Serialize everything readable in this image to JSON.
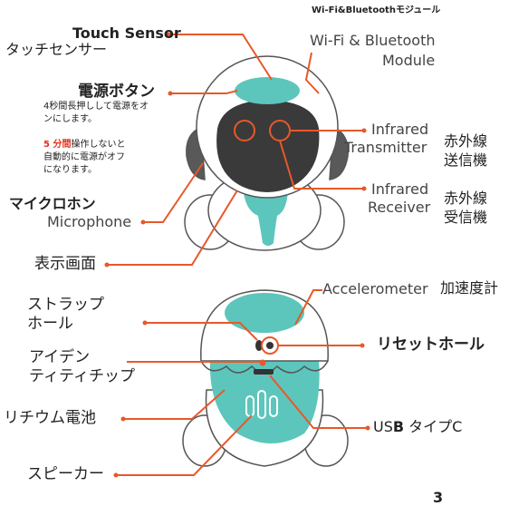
{
  "header": {
    "module_title": "Wi-Fi&Bluetoothモジュール"
  },
  "labels": {
    "touch_sensor_en": "Touch Sensor",
    "touch_sensor_ja": "タッチセンサー",
    "power_button": "電源ボタン",
    "power_note_line1": "4秒間長押しして電源をオ",
    "power_note_line2": "ンにします。",
    "auto_off_highlight": "5 分間",
    "auto_off_line1_rest": "操作しないと",
    "auto_off_line2": "自動的に電源がオフ",
    "auto_off_line3": "になります。",
    "wifi_line1": "Wi-Fi & Bluetooth",
    "wifi_line2": "Module",
    "ir_tx_line1": "Infrared",
    "ir_tx_line2": "Transmitter",
    "ir_tx_ja_line1": "赤外線",
    "ir_tx_ja_line2": "送信機",
    "ir_rx_line1": "Infrared",
    "ir_rx_line2": "Receiver",
    "ir_rx_ja_line1": "赤外線",
    "ir_rx_ja_line2": "受信機",
    "mic_ja": "マイクロホン",
    "mic_en": "Microphone",
    "display": "表示画面",
    "accelerometer": "Accelerometer",
    "accelerometer_ja": "加速度計",
    "strap_line1": "ストラップ",
    "strap_line2": "ホール",
    "reset_hole": "リセットホール",
    "id_chip_line1": "アイデン",
    "id_chip_line2": "ティティチップ",
    "battery": "リチウム電池",
    "usb_prefix": "US",
    "usb_bold": "B",
    "usb_suffix": " タイプC",
    "speaker": "スピーカー",
    "page_number": "3"
  },
  "colors": {
    "leader": "#e8582a",
    "teal": "#5cc6bc",
    "screen": "#3a3a3a",
    "outline": "#555555",
    "body_fill": "#ffffff",
    "arm_gray": "#595959",
    "red_text": "#e0301e"
  }
}
